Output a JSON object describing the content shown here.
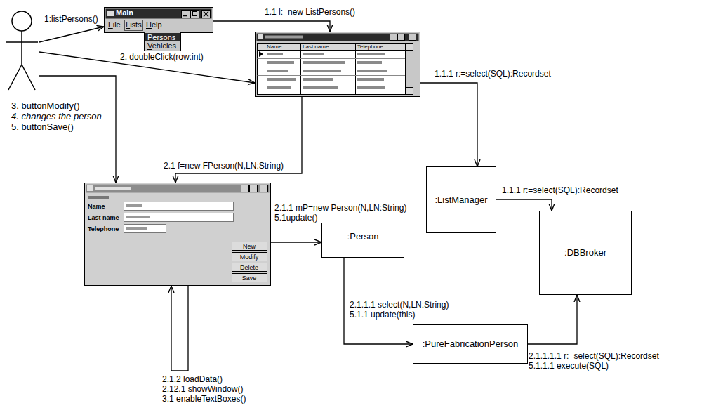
{
  "diagram": {
    "nodes": [
      {
        "text": [
          "3. buttonModify()",
          "4. changes the person",
          "5. buttonSave()"
        ]
      },
      {
        "text": [
          "Main",
          "File",
          "Lists",
          "Help",
          "Persons",
          "Vehicles"
        ]
      },
      {
        "text": [
          "Name",
          "Last name",
          "Telephone"
        ]
      },
      {
        "text": [
          "Name",
          "Last name",
          "Telephone",
          "New",
          "Modify",
          "Delete",
          "Save"
        ]
      },
      {
        "text": [
          ":ListManager"
        ]
      },
      {
        "text": [
          ":Person"
        ]
      },
      {
        "text": [
          ":DBBroker"
        ]
      },
      {
        "text": [
          ":PureFabricationPerson"
        ]
      }
    ],
    "edges": [
      {
        "from": 0,
        "to": 1,
        "label": "1:listPersons()",
        "arrow": "to"
      },
      {
        "from": 0,
        "to": 2,
        "label": "2. doubleClick(row:int)",
        "arrow": "to"
      },
      {
        "from": 0,
        "to": 3,
        "arrow": "to"
      },
      {
        "from": 1,
        "to": 2,
        "label": "1.1 l:=new ListPersons()",
        "arrow": "to"
      },
      {
        "from": 2,
        "to": 4,
        "label": "1.1.1 r:=select(SQL):Recordset",
        "arrow": "to"
      },
      {
        "from": 4,
        "to": 6,
        "label": "1.1.1 r:=select(SQL):Recordset",
        "arrow": "to"
      },
      {
        "from": 2,
        "to": 3,
        "label": "2.1 f=new FPerson(N,LN:String)",
        "arrow": "to"
      },
      {
        "from": 3,
        "to": 5,
        "label": "2.1.1 mP=new Person(N,LN:String) 5.1update()",
        "arrow": "to"
      },
      {
        "from": 3,
        "to": 3,
        "label": "2.1.2 loadData() 2.12.1 showWindow() 3.1 enableTextBoxes()",
        "arrow": "to"
      },
      {
        "from": 5,
        "to": 7,
        "label": "2.1.1.1 select(N,LN:String) 5.1.1 update(this)",
        "arrow": "to"
      },
      {
        "from": 7,
        "to": 6,
        "label": "2.1.1.1.1 r:=select(SQL):Recordset 5.1.1.1 execute(SQL)",
        "arrow": "to"
      }
    ]
  }
}
